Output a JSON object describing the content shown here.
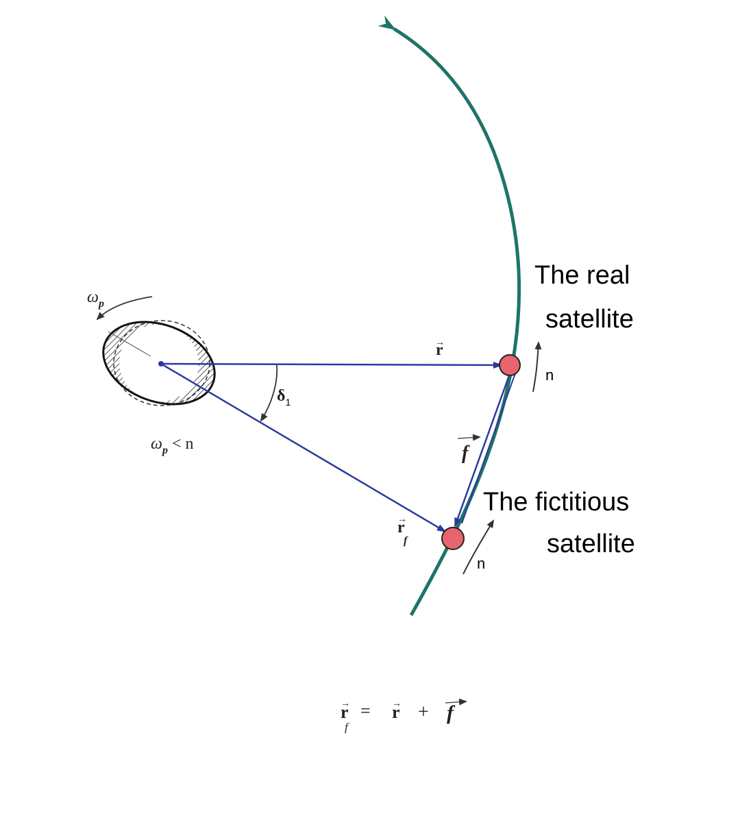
{
  "labels": {
    "real_satellite_line1": "The  real",
    "real_satellite_line2": "satellite",
    "fictitious_satellite_line1": "The  fictitious",
    "fictitious_satellite_line2": "satellite",
    "n_real": "n",
    "n_fictitious": "n",
    "vector_r": "r",
    "vector_f": "f",
    "vector_rf": "r",
    "vector_rf_sub": "f",
    "angle_delta": "δ",
    "angle_delta_sub": "1",
    "omega_p": "ω",
    "omega_p_sub": "p",
    "condition_omega": "ω",
    "condition_omega_sub": "p",
    "condition_rest": " < n"
  },
  "equation": {
    "lhs": "r",
    "lhs_sub": "f",
    "equals": "=",
    "term1": "r",
    "plus": "+",
    "term2": "f"
  },
  "colors": {
    "orbit": "#1f7468",
    "vectors": "#2c3aa0",
    "satellite_fill": "#e8646e",
    "planet": "#111111",
    "motion_arrow": "#333333"
  }
}
